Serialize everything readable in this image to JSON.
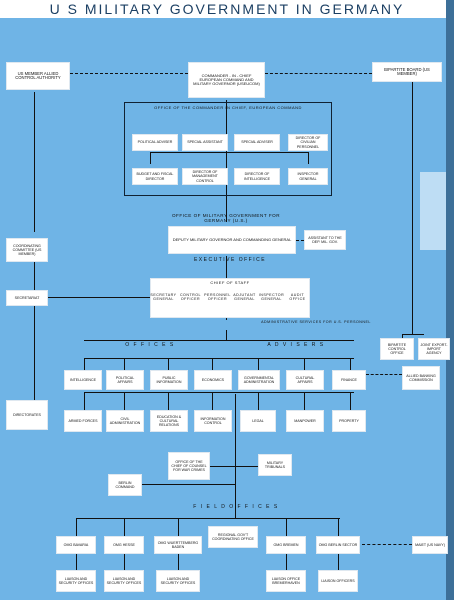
{
  "title": "U S MILITARY GOVERNMENT IN GERMANY",
  "boxes": {
    "us_member": "US MEMBER ALLIED CONTROL AUTHORITY",
    "commander": "COMMANDER - IN - CHIEF EUROPEAN COMMAND AND MILITARY GOVERNOR (USEUCOM)",
    "bipartite": "BIPARTITE BOARD (US MEMBER)",
    "coord": "COORDINATING COMMITTEE (US MEMBER)",
    "secretariat": "SECRETARIAT",
    "directorates": "DIRECTORATES",
    "omg_title": "OFFICE OF MILITARY GOVERNMENT FOR GERMANY (U.S.)",
    "deputy": "DEPUTY MILITARY GOVERNOR AND COMMANDING GENERAL",
    "assistant": "ASSISTANT TO THE DEP. MIL. GOV.",
    "bip_control": "BIPARTITE CONTROL OFFICE",
    "joint_export": "JOINT EXPORT-IMPORT AGENCY",
    "allied_banking": "ALLIED BANKING COMMISSION",
    "chief_counsel": "OFFICE OF THE CHIEF OF COUNSEL FOR WAR CRIMES",
    "tribunals": "MILITARY TRIBUNALS",
    "berlin_command": "BERLIN COMMAND",
    "regional_office": "REGIONAL GOV'T COORDINATING OFFICE",
    "maiet": "MAIET (US NAVY)"
  },
  "cic_office": {
    "label": "OFFICE OF THE COMMANDER IN CHIEF, EUROPEAN COMMAND",
    "row1": [
      "POLITICAL ADVISER",
      "SPECIAL ASSISTANT",
      "SPECIAL ADVISER",
      "DIRECTOR OF CIVILIAN PERSONNEL"
    ],
    "row2": [
      "BUDGET AND FISCAL DIRECTOR",
      "DIRECTOR OF MANAGEMENT CONTROL",
      "DIRECTOR OF INTELLIGENCE",
      "INSPECTOR GENERAL"
    ]
  },
  "exec": {
    "label": "EXECUTIVE OFFICE",
    "chief": "CHIEF OF STAFF",
    "items": [
      "SECRETARY GENERAL",
      "CONTROL OFFICER",
      "PERSONNEL OFFICER",
      "ADJUTANT GENERAL",
      "INSPECTOR GENERAL",
      "AUDIT OFFICE"
    ],
    "admin": "ADMINISTRATIVE SERVICES FOR U.S. PERSONNEL"
  },
  "offices_label": "O F F I C E S",
  "advisers_label": "A D V I S E R S",
  "row_a": [
    "INTELLIGENCE",
    "POLITICAL AFFAIRS",
    "PUBLIC INFORMATION",
    "ECONOMICS",
    "GOVERNMENTAL ADMINISTRATION",
    "CULTURAL AFFAIRS",
    "FINANCE"
  ],
  "row_b": [
    "ARMED FORCES",
    "CIVIL ADMINISTRATION",
    "EDUCATION & CULTURAL RELATIONS",
    "INFORMATION CONTROL",
    "LEGAL",
    "MANPOWER",
    "PROPERTY"
  ],
  "field_label": "F I E L D   O F F I C E S",
  "field": [
    {
      "head": "OMG BAVARIA",
      "sub": "LIAISON AND SECURITY OFFICES"
    },
    {
      "head": "OMG HESSE",
      "sub": "LIAISON AND SECURITY OFFICES"
    },
    {
      "head": "OMG WUERTTEMBERG BADEN",
      "sub": "LIAISON AND SECURITY OFFICES"
    },
    {
      "head": "OMG BREMEN",
      "sub": "LIAISON OFFICE BREMERHAVEN"
    },
    {
      "head": "OMG BERLIN SECTOR",
      "sub": "LIAISON OFFICERS"
    }
  ]
}
